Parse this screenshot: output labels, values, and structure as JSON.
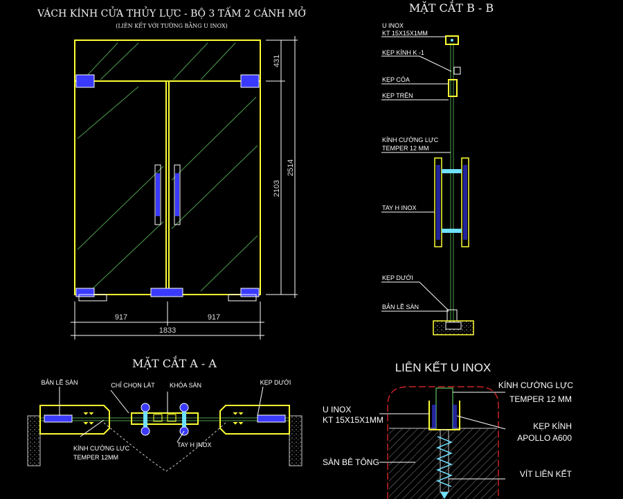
{
  "elevation": {
    "title": "VÁCH KÍNH CỬA THỦY LỰC - BỘ 3 TẤM 2 CÁNH MỞ",
    "subtitle": "(LIÊN KẾT VỚI TƯỜNG BẰNG U INOX)",
    "dim_top": "431",
    "dim_door": "2103",
    "dim_total": "2514",
    "dim_left": "917",
    "dim_right": "917",
    "dim_width": "1833"
  },
  "section_bb": {
    "title": "MẶT CẮT B - B",
    "labels": [
      "U INOX",
      "KT 15X15X1MM",
      "KẸP KÍNH K -1",
      "KẸP CÓA",
      "KẸP TRÊN",
      "KÍNH CƯỜNG LỰC",
      "TEMPER 12 MM",
      "TAY H INOX",
      "KẸP DƯỚI",
      "BẢN LỀ SÀN"
    ]
  },
  "section_aa": {
    "title": "MẶT CẮT A - A",
    "labels": [
      "BẢN LỀ SÀN",
      "CHỈ CHỌN LÁT",
      "KHÓA SÀN",
      "KẸP DƯỚI",
      "KÍNH CƯỜNG LỰC",
      "TEMPER 12MM",
      "TAY H INOX"
    ]
  },
  "detail_u": {
    "title": "LIÊN KẾT U INOX",
    "labels": [
      "KÍNH CƯỜNG LỰC",
      "TEMPER 12 MM",
      "U INOX",
      "KT 15X15X1MM",
      "KẸP KÍNH",
      "APOLLO A600",
      "SÀN BÊ TÔNG",
      "VÍT LIÊN KẾT"
    ]
  },
  "colors": {
    "frame": "#ffff33",
    "glass": "#4fa050",
    "fitting": "#3a3aff",
    "handle": "#6fe0ff",
    "leader": "#ffffff",
    "callout": "#cc2222"
  }
}
